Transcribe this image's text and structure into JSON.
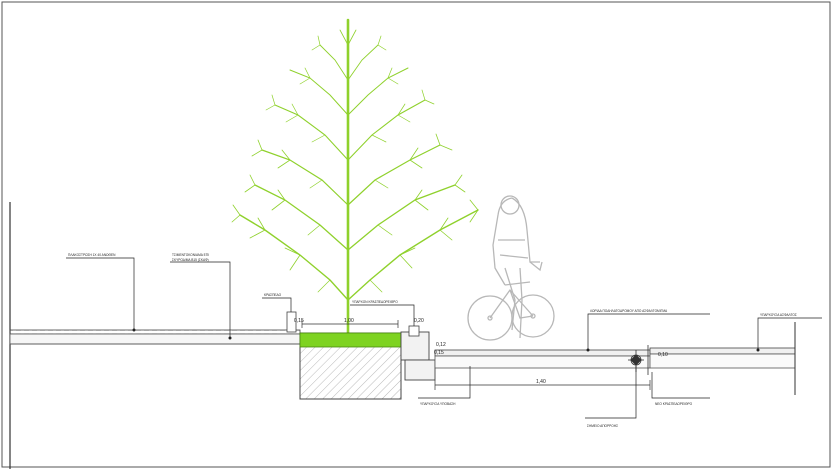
{
  "labels": {
    "paving_top": "ΠΛΑΚΟΣΤΡΩΣΗ 1Χ 40 ΑΝΩΘΕΝ",
    "paving_base_1": "ΤΣΙΜΕΝΤΟΚΟΝΙΑΜΑ ΕΠΙ",
    "paving_base_2": "ΣΚΥΡΟΔ/ΜΑ Β15 (ΣΚΑΦ)",
    "kerb": "ΚΡΑΣΠΕΔΟ",
    "tree_pit": "ΥΠΑΡΧΟΝ ΚΡΑΣΠΕΔΟΡΕΙΘΡΟ",
    "existing_foundation": "ΥΠΑΡΧΟΥΣΑ ΥΠΟΒΑΣΗ",
    "bike_lane": "ΛΩΡΙΔΑ ΠΟΔΗΛΑΤΟΔΡΟΜΟΥ ΑΠΟ ΑΣΦΑΛΤΟΜΙΓΜΑ",
    "road_asphalt": "ΥΠΑΡΧΟΥΣΑ ΑΣΦΑΛΤΟΣ",
    "separator": "ΝΕΟ ΚΡΑΣΠΕΔΟΡΕΙΘΡΟ",
    "drain_point": "ΣΗΜΕΙΟ ΑΠΟΡΡΟΗΣ"
  },
  "dimensions": {
    "lane_width": "1,40",
    "pit_width": "1,00",
    "kerb_height": "0,15",
    "small_a": "0,20",
    "small_b": "0,15",
    "small_c": "0,12",
    "small_d": "0,10"
  },
  "colors": {
    "tree": "#8fd12c",
    "grass": "#7ed321",
    "line": "#3a3a3a",
    "hatch": "#9a9a9a",
    "cyclist": "#b8b8b8"
  },
  "icons": {
    "tree": "tree-icon",
    "cyclist": "cyclist-icon",
    "drain": "drain-symbol-icon"
  }
}
